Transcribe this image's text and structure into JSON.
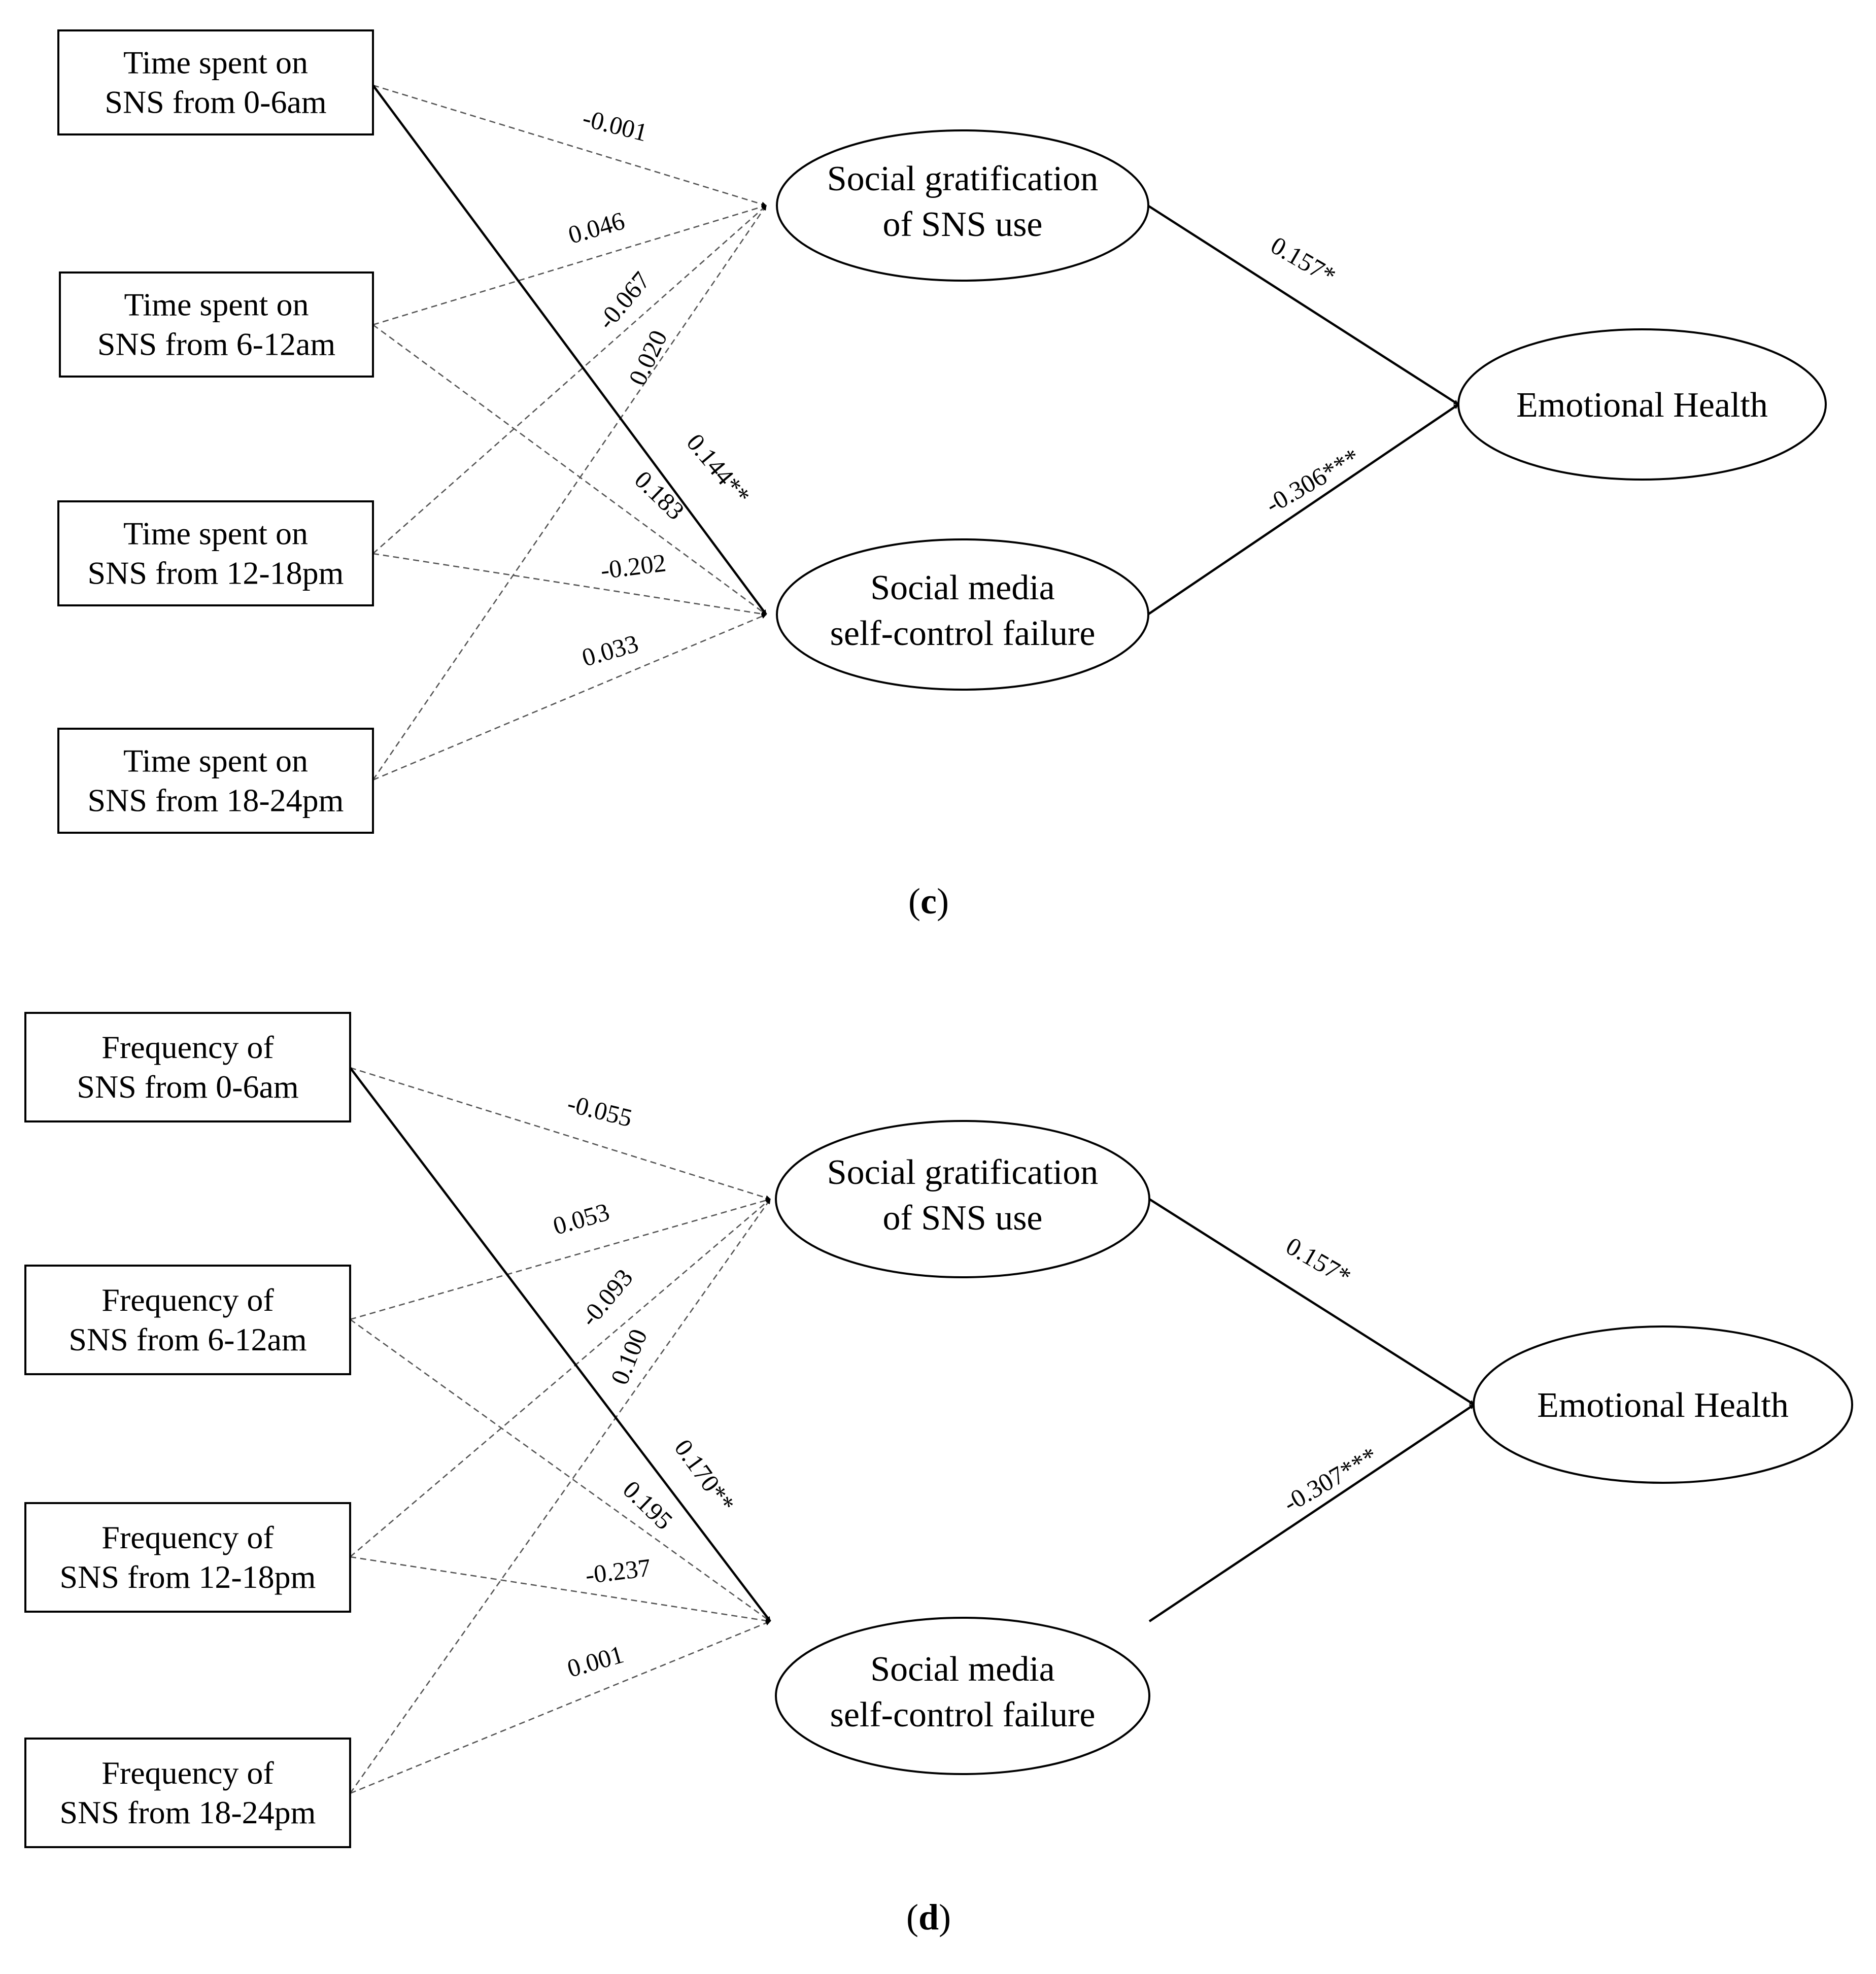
{
  "panels": [
    {
      "id": "c",
      "label_letter": "c",
      "predictors": [
        [
          "Time spent on",
          "SNS from 0-6am"
        ],
        [
          "Time spent on",
          "SNS from 6-12am"
        ],
        [
          "Time spent on",
          "SNS from 12-18pm"
        ],
        [
          "Time spent on",
          "SNS from 18-24pm"
        ]
      ],
      "mediators": [
        [
          "Social gratification",
          "of SNS use"
        ],
        [
          "Social media",
          "self-control failure"
        ]
      ],
      "outcome": "Emotional Health",
      "paths": [
        {
          "from": "p0",
          "to": "m0",
          "label": "-0.001",
          "style": "dashed"
        },
        {
          "from": "p1",
          "to": "m0",
          "label": "0.046",
          "style": "dashed"
        },
        {
          "from": "p2",
          "to": "m0",
          "label": "-0.067",
          "style": "dashed"
        },
        {
          "from": "p3",
          "to": "m0",
          "label": "0.020",
          "style": "dashed"
        },
        {
          "from": "p0",
          "to": "m1",
          "label": "0.144**",
          "style": "solid"
        },
        {
          "from": "p1",
          "to": "m1",
          "label": "0.183",
          "style": "dashed"
        },
        {
          "from": "p2",
          "to": "m1",
          "label": "-0.202",
          "style": "dashed"
        },
        {
          "from": "p3",
          "to": "m1",
          "label": "0.033",
          "style": "dashed"
        },
        {
          "from": "m0",
          "to": "o",
          "label": "0.157*",
          "style": "solid"
        },
        {
          "from": "m1",
          "to": "o",
          "label": "-0.306***",
          "style": "solid"
        }
      ]
    },
    {
      "id": "d",
      "label_letter": "d",
      "predictors": [
        [
          "Frequency of",
          "SNS from 0-6am"
        ],
        [
          "Frequency of",
          "SNS from 6-12am"
        ],
        [
          "Frequency of",
          "SNS from 12-18pm"
        ],
        [
          "Frequency of",
          "SNS from 18-24pm"
        ]
      ],
      "mediators": [
        [
          "Social gratification",
          "of SNS use"
        ],
        [
          "Social media",
          "self-control failure"
        ]
      ],
      "outcome": "Emotional Health",
      "paths": [
        {
          "from": "p0",
          "to": "m0",
          "label": "-0.055",
          "style": "dashed"
        },
        {
          "from": "p1",
          "to": "m0",
          "label": "0.053",
          "style": "dashed"
        },
        {
          "from": "p2",
          "to": "m0",
          "label": "-0.093",
          "style": "dashed"
        },
        {
          "from": "p3",
          "to": "m0",
          "label": "0.100",
          "style": "dashed"
        },
        {
          "from": "p0",
          "to": "m1",
          "label": "0.170**",
          "style": "solid"
        },
        {
          "from": "p1",
          "to": "m1",
          "label": "0.195",
          "style": "dashed"
        },
        {
          "from": "p2",
          "to": "m1",
          "label": "-0.237",
          "style": "dashed"
        },
        {
          "from": "p3",
          "to": "m1",
          "label": "0.001",
          "style": "dashed"
        },
        {
          "from": "m0",
          "to": "o",
          "label": "0.157*",
          "style": "solid"
        },
        {
          "from": "m1",
          "to": "o",
          "label": "-0.307***",
          "style": "solid"
        }
      ]
    }
  ]
}
